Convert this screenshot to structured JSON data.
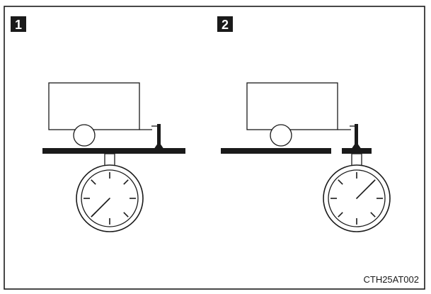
{
  "panels": [
    {
      "number": "1",
      "scale_needle_level": "low"
    },
    {
      "number": "2",
      "scale_needle_level": "high"
    }
  ],
  "figure_code": "CTH25AT002",
  "colors": {
    "ink": "#1a1a1a",
    "badge_fill": "#1a1a1a",
    "badge_text": "#ffffff",
    "background": "#ffffff"
  }
}
